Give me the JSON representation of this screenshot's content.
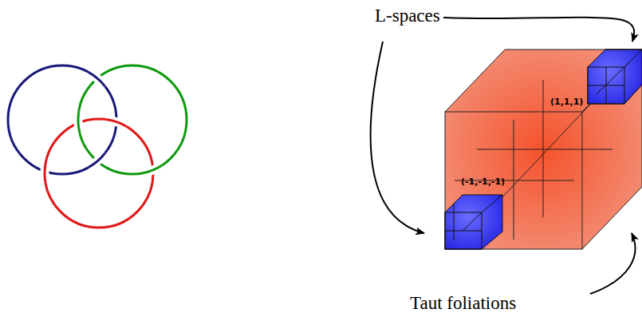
{
  "diagram": {
    "labels": [
      "L-spaces",
      "(1,1,1)",
      "(-1,-1,-1)",
      "Taut foliations"
    ]
  }
}
